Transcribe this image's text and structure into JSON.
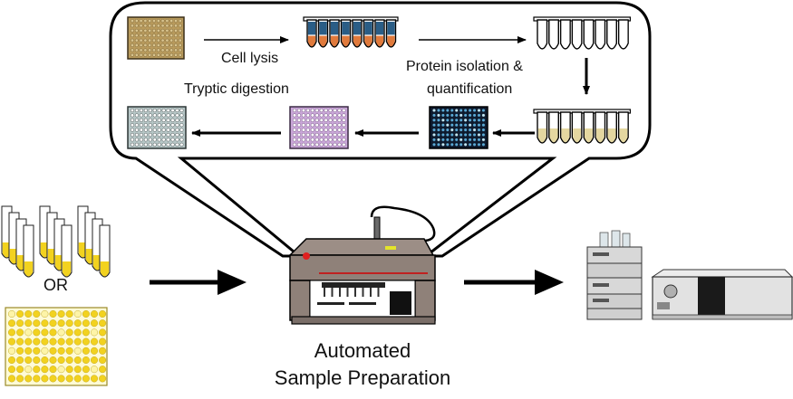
{
  "steps": {
    "cell_lysis": "Cell lysis",
    "protein_line1": "Protein isolation &",
    "protein_line2": "quantification",
    "tryptic": "Tryptic digestion"
  },
  "or_label": "OR",
  "robot_label": {
    "line1": "Automated",
    "line2": "Sample Preparation"
  },
  "colors": {
    "cell_plate": "#b89a5c",
    "tube_blue": "#2a5d86",
    "tube_orange": "#e07a3c",
    "tube_yellow": "#e4d7a0",
    "plate_dark": "#0d1a2e",
    "plate_dark_well": "#5aa9d6",
    "plate_purple": "#c9a6d8",
    "plate_gray": "#b6c6c6",
    "sample_yellow": "#f2d21f",
    "sample_pale": "#fdf4a8"
  }
}
